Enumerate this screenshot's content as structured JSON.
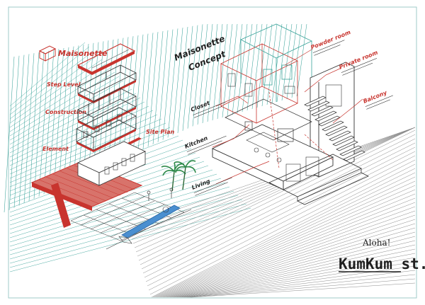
{
  "colors": {
    "paper": "#ffffff",
    "teal_line": "#3aa39a",
    "red_line": "#c8342e",
    "ink": "#1f1f1f",
    "frame": "#9fcbc8"
  },
  "title": {
    "line1": "Maisonette",
    "line2": "Concept"
  },
  "left_diagram": {
    "heading": "Maisonette",
    "steps": [
      "Step Level",
      "Construction",
      "Element"
    ],
    "site_plan": "Site Plan"
  },
  "callouts": [
    {
      "name": "Closet"
    },
    {
      "name": "Kitchen"
    },
    {
      "name": "Living"
    },
    {
      "name": "Powder room"
    },
    {
      "name": "Private room"
    },
    {
      "name": "Balcony"
    }
  ],
  "brand": {
    "greeting": "Aloha!",
    "logo": "KumKum st."
  }
}
